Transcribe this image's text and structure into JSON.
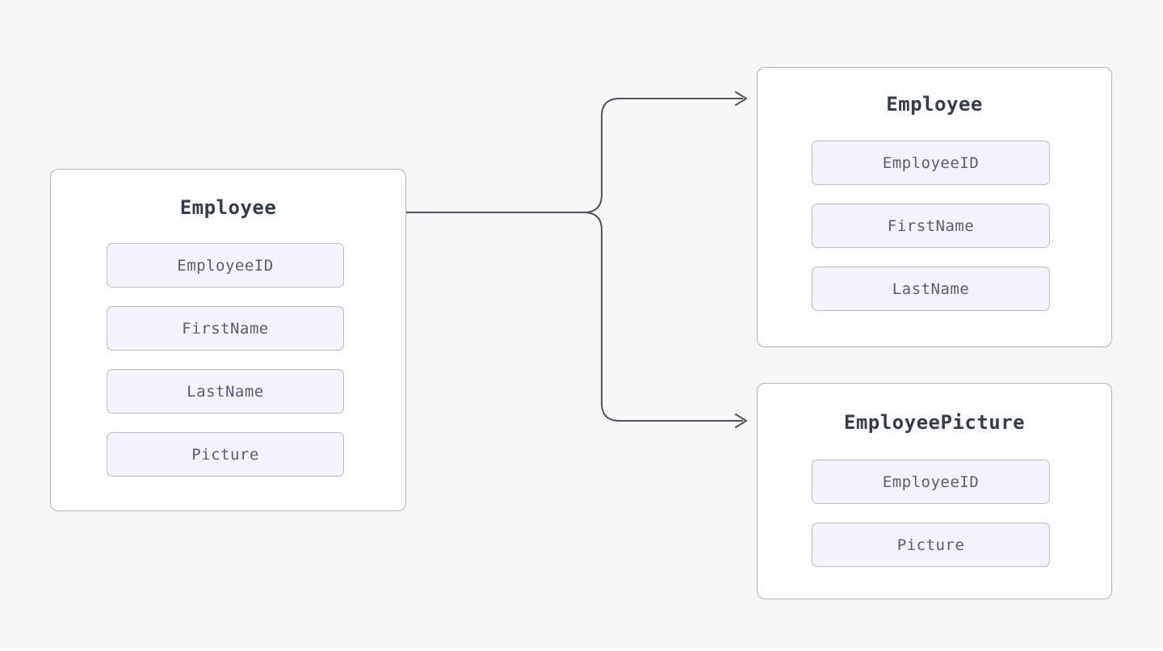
{
  "page": {
    "background_color": "#f7f7f8"
  },
  "colors": {
    "entity_fill": "#ffffff",
    "entity_border": "#b5b3bf",
    "entity_title_text": "#333d4c",
    "field_fill": "#f4f2fb",
    "field_border": "#bdbcc9",
    "field_text": "#5d5d68",
    "connector_stroke": "#54545f"
  },
  "diagram": {
    "description": "Table split diagram: one Employee table split into two tables",
    "source_table": {
      "title": "Employee",
      "fields": [
        "EmployeeID",
        "FirstName",
        "LastName",
        "Picture"
      ]
    },
    "split_tables": [
      {
        "title": "Employee",
        "fields": [
          "EmployeeID",
          "FirstName",
          "LastName"
        ]
      },
      {
        "title": "EmployeePicture",
        "fields": [
          "EmployeeID",
          "Picture"
        ]
      }
    ],
    "connectors": [
      {
        "from": "Employee (source)",
        "to": "Employee (split)",
        "type": "arrow"
      },
      {
        "from": "Employee (source)",
        "to": "EmployeePicture (split)",
        "type": "arrow"
      }
    ]
  }
}
